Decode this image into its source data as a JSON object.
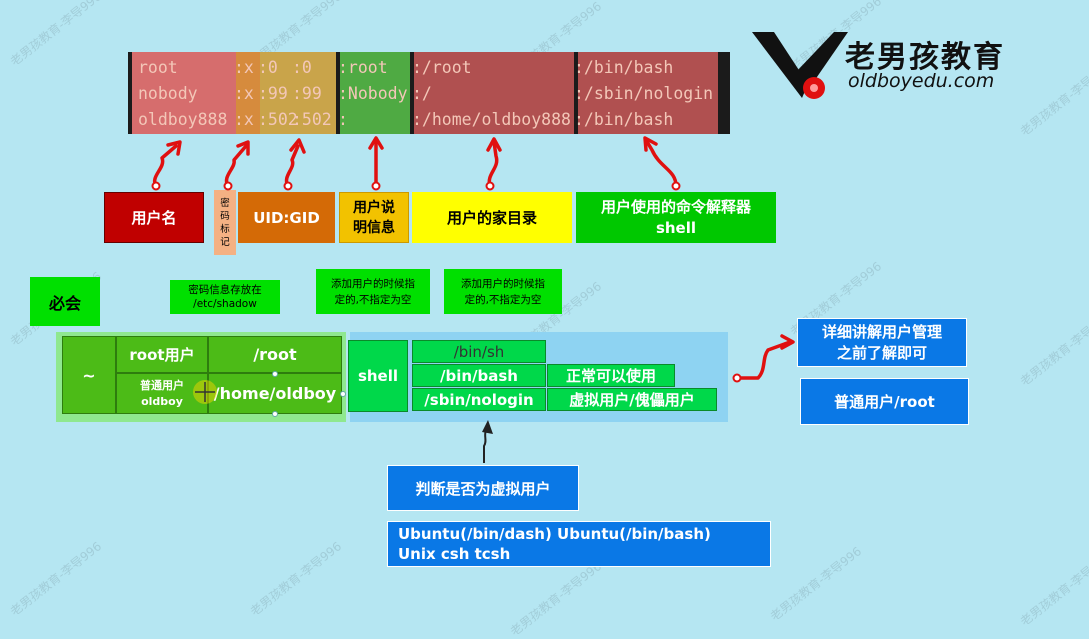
{
  "watermark": "老男孩教育-李导996",
  "logo": {
    "title": "老男孩教育",
    "url": "oldboyedu.com"
  },
  "passwd": {
    "rows": [
      [
        "root",
        ":x",
        ":0",
        ":0",
        ":root",
        ":/root",
        ":/bin/bash"
      ],
      [
        "nobody",
        ":x",
        ":99",
        ":99",
        ":Nobody",
        ":/",
        ":/sbin/nologin"
      ],
      [
        "oldboy888",
        ":x",
        ":502",
        ":502",
        ":",
        ":/home/oldboy888",
        ":/bin/bash"
      ]
    ]
  },
  "labels": {
    "username": "用户名",
    "password": "密码标记",
    "uid_gid": "UID:GID",
    "description": "用户说明信息",
    "home": "用户的家目录",
    "shell": "用户使用的命令解释器\nshell"
  },
  "notes": {
    "must": "必会",
    "shadow": "密码信息存放在\n/etc/shadow",
    "desc_note": "添加用户的时候指\n定的,不指定为空",
    "home_note": "添加用户的时候指\n定的,不指定为空"
  },
  "home_table": {
    "tilde": "~",
    "root_user": "root用户",
    "root_home": "/root",
    "normal_user": "普通用户\noldboy",
    "normal_home": "/home/oldboy"
  },
  "shell_table": {
    "label": "shell",
    "rows": [
      {
        "path": "/bin/sh",
        "desc": ""
      },
      {
        "path": "/bin/bash",
        "desc": "正常可以使用"
      },
      {
        "path": "/sbin/nologin",
        "desc": "虚拟用户/傀儡用户"
      }
    ]
  },
  "right_boxes": {
    "detail": "详细讲解用户管理\n之前了解即可",
    "normal_root": "普通用户/root"
  },
  "judge": "判断是否为虚拟用户",
  "variants": "Ubuntu(/bin/dash) Ubuntu(/bin/bash)\nUnix   csh  tcsh",
  "colors": {
    "background": "#b5e6f2",
    "red": "#c00000",
    "orange": "#d46a06",
    "yellow": "#ffff00",
    "green": "#00c800",
    "blue": "#0a78e6"
  }
}
